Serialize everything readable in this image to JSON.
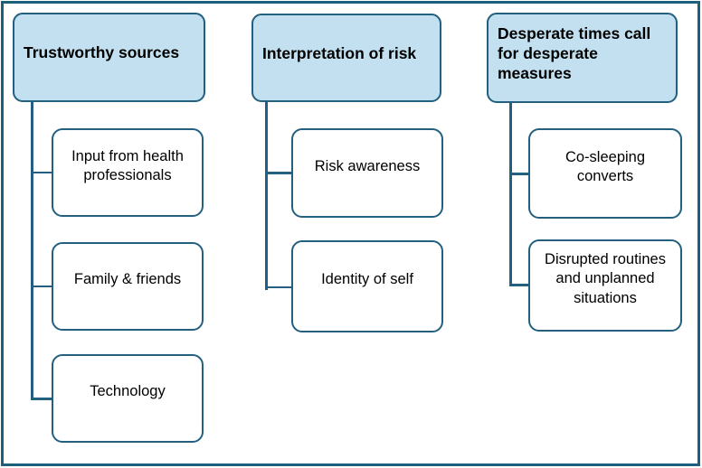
{
  "diagram": {
    "type": "thematic-map",
    "columns": [
      {
        "header": "Trustworthy sources",
        "children": [
          "Input from health professionals",
          "Family & friends",
          "Technology"
        ]
      },
      {
        "header": "Interpretation of risk",
        "children": [
          "Risk awareness",
          "Identity of self"
        ]
      },
      {
        "header": "Desperate times call for desperate measures",
        "children": [
          "Co-sleeping converts",
          "Disrupted routines and unplanned situations"
        ]
      }
    ],
    "colors": {
      "theme_fill": "#C2E0EF",
      "box_border": "#235F7E",
      "connector": "#235F7E",
      "outer_frame": "#1E5F7E",
      "subtheme_fill": "#FFFFFF",
      "text": "#000000"
    }
  }
}
